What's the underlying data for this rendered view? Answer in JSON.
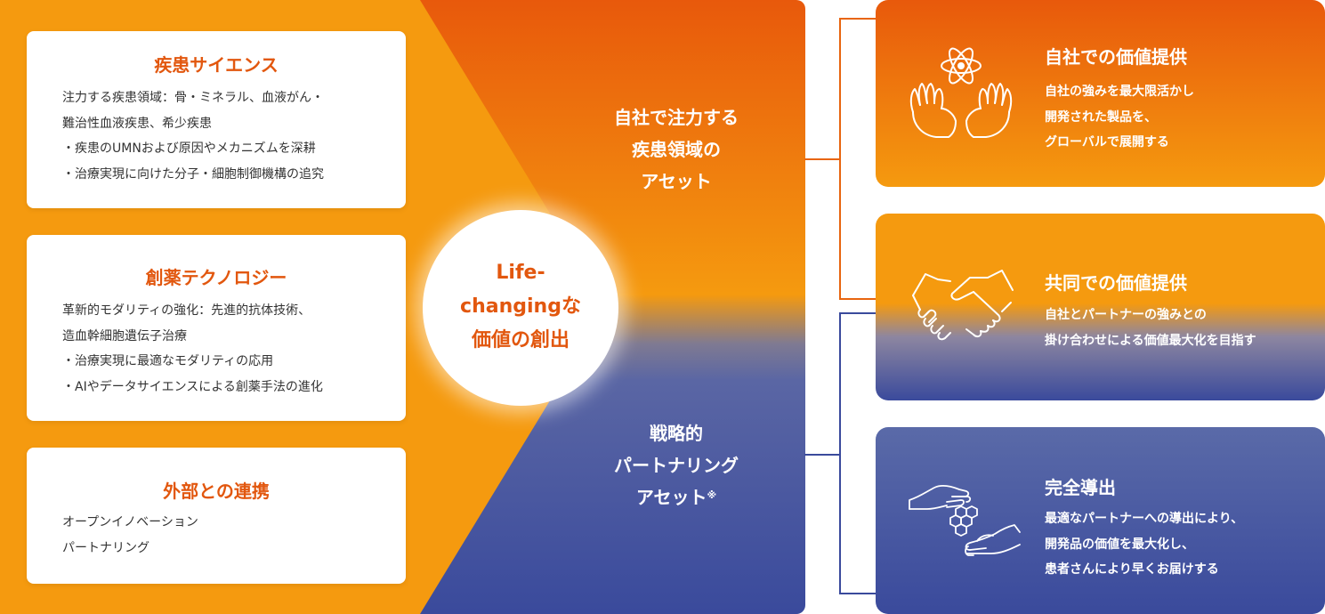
{
  "cards": [
    {
      "title": "疾患サイエンス",
      "lines": [
        "注力する疾患領域：骨・ミネラル、血液がん・",
        "難治性血液疾患、希少疾患",
        "・疾患のUMNおよび原因やメカニズムを深耕",
        "・治療実現に向けた分子・細胞制御機構の追究"
      ]
    },
    {
      "title": "創薬テクノロジー",
      "lines": [
        "革新的モダリティの強化：先進的抗体技術、",
        "造血幹細胞遺伝子治療",
        "・治療実現に最適なモダリティの応用",
        "・AIやデータサイエンスによる創薬手法の進化"
      ]
    },
    {
      "title": "外部との連携",
      "lines": [
        "オープンイノベーション",
        "パートナリング"
      ]
    }
  ],
  "center": {
    "lines": [
      "Life-",
      "changingな",
      "価値の創出"
    ]
  },
  "assets": {
    "focus": {
      "lines": [
        "自社で注力する",
        "疾患領域の",
        "アセット"
      ]
    },
    "partnering": {
      "lines": [
        "戦略的",
        "パートナリング",
        "アセット"
      ],
      "mark": "※"
    }
  },
  "right_boxes": [
    {
      "title": "自社での価値提供",
      "icon": "hands-atom-icon",
      "lines": [
        "自社の強みを最大限活かし",
        "開発された製品を、",
        "グローバルで展開する"
      ]
    },
    {
      "title": "共同での価値提供",
      "icon": "handshake-icon",
      "lines": [
        "自社とパートナーの強みとの",
        "掛け合わせによる価値最大化を目指す"
      ]
    },
    {
      "title": "完全導出",
      "icon": "hand-molecule-icon",
      "lines": [
        "最適なパートナーへの導出により、",
        "開発品の価値を最大化し、",
        "患者さんにより早くお届けする"
      ]
    }
  ],
  "colors": {
    "orange": "#f59a0f",
    "deep_orange": "#e8590c",
    "navy": "#3a4a9c",
    "orange_text": "#e2570e"
  }
}
